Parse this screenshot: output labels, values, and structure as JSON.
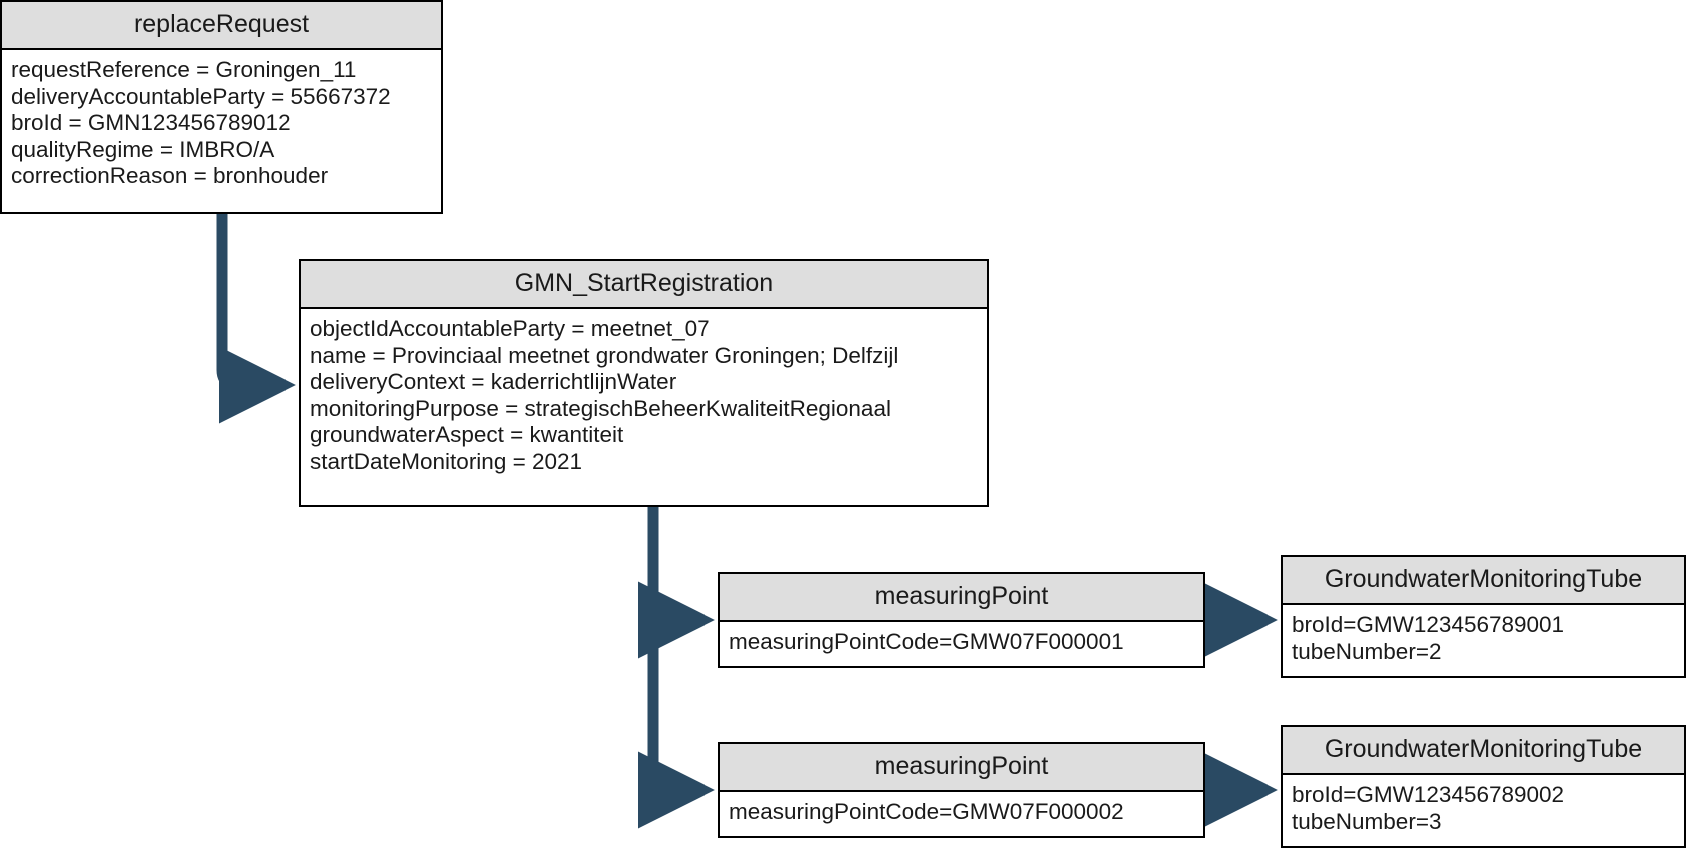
{
  "diagram": {
    "title": "replaceRequest GMN_StartRegistration object diagram",
    "accent_color": "#2a4a63",
    "header_fill": "#dedede",
    "border_color": "#000000",
    "text_color": "#1a1a1a"
  },
  "nodes": {
    "replace_request": {
      "header": "replaceRequest",
      "attrs": [
        "requestReference = Groningen_11",
        "deliveryAccountableParty = 55667372",
        "broId = GMN123456789012",
        "qualityRegime = IMBRO/A",
        "correctionReason = bronhouder"
      ]
    },
    "gmn_start_registration": {
      "header": "GMN_StartRegistration",
      "attrs": [
        "objectIdAccountableParty = meetnet_07",
        "name = Provinciaal meetnet grondwater Groningen; Delfzijl",
        "deliveryContext = kaderrichtlijnWater",
        "monitoringPurpose = strategischBeheerKwaliteitRegionaal",
        "groundwaterAspect = kwantiteit",
        "startDateMonitoring = 2021"
      ]
    },
    "measuring_point_1": {
      "header": "measuringPoint",
      "attrs": [
        "measuringPointCode=GMW07F000001"
      ]
    },
    "measuring_point_2": {
      "header": "measuringPoint",
      "attrs": [
        "measuringPointCode=GMW07F000002"
      ]
    },
    "tube_1": {
      "header": "GroundwaterMonitoringTube",
      "attrs": [
        "broId=GMW123456789001",
        "tubeNumber=2"
      ]
    },
    "tube_2": {
      "header": "GroundwaterMonitoringTube",
      "attrs": [
        "broId=GMW123456789002",
        "tubeNumber=3"
      ]
    }
  },
  "connectors": [
    {
      "name": "replace-request-to-start-registration",
      "from": "replace_request",
      "to": "gmn_start_registration"
    },
    {
      "name": "start-registration-to-measuring-point-1",
      "from": "gmn_start_registration",
      "to": "measuring_point_1"
    },
    {
      "name": "start-registration-to-measuring-point-2",
      "from": "gmn_start_registration",
      "to": "measuring_point_2"
    },
    {
      "name": "measuring-point-1-to-tube-1",
      "from": "measuring_point_1",
      "to": "tube_1"
    },
    {
      "name": "measuring-point-2-to-tube-2",
      "from": "measuring_point_2",
      "to": "tube_2"
    }
  ]
}
